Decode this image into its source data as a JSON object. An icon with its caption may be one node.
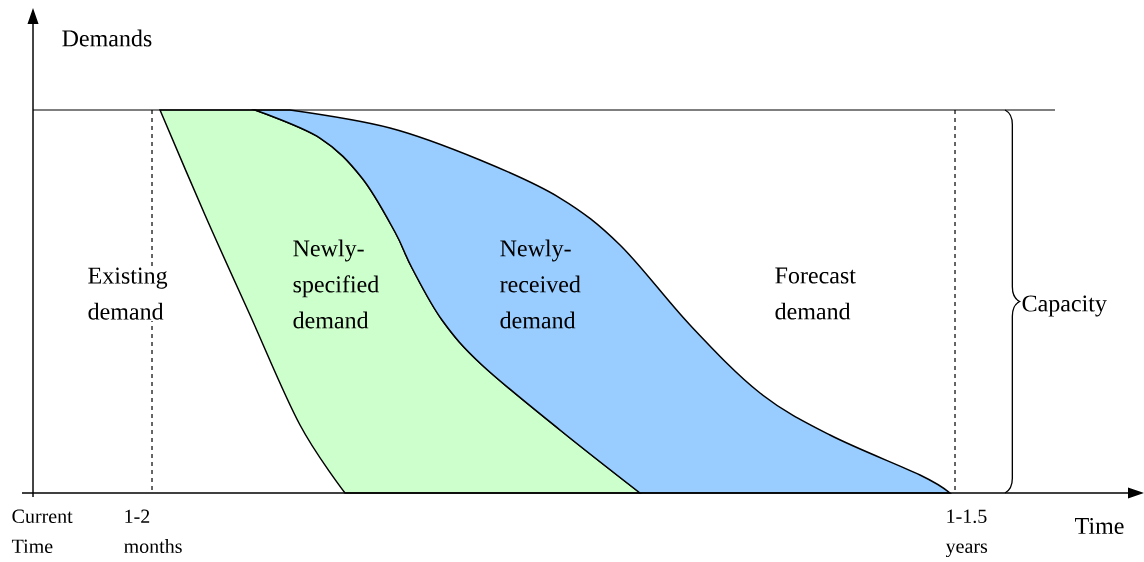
{
  "diagram": {
    "labels": [
      "Demands",
      "Existing demand",
      "Newly-specified demand",
      "Newly-received demand",
      "Forecast demand",
      "Capacity",
      "Current Time",
      "1-2 months",
      "1-1.5 years",
      "Time"
    ]
  }
}
